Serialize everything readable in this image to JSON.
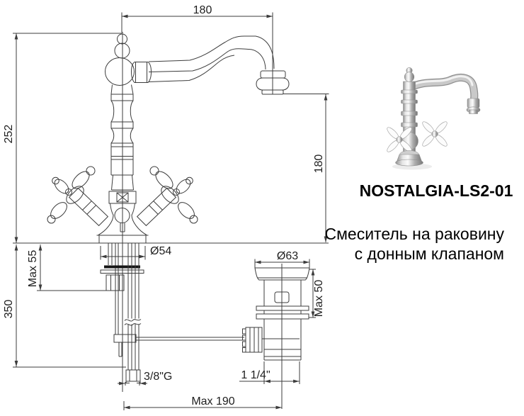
{
  "product": {
    "model": "NOSTALGIA-LS2-01",
    "description_line1": "Смеситель на раковину",
    "description_line2": "с донным клапаном"
  },
  "dimensions": {
    "spout_reach": "180",
    "total_height": "252",
    "spout_height": "180",
    "base_diameter": "Ø54",
    "max_deck_thickness": "Max 55",
    "supply_length": "350",
    "drain_flange_diameter": "Ø63",
    "drain_max_depth": "Max 50",
    "supply_thread": "3/8\"G",
    "drain_thread": "1 1/4\"",
    "rod_reach": "Max 190"
  },
  "colors": {
    "line": "#3c3c3c",
    "text": "#1e1e1e",
    "background": "#ffffff"
  }
}
